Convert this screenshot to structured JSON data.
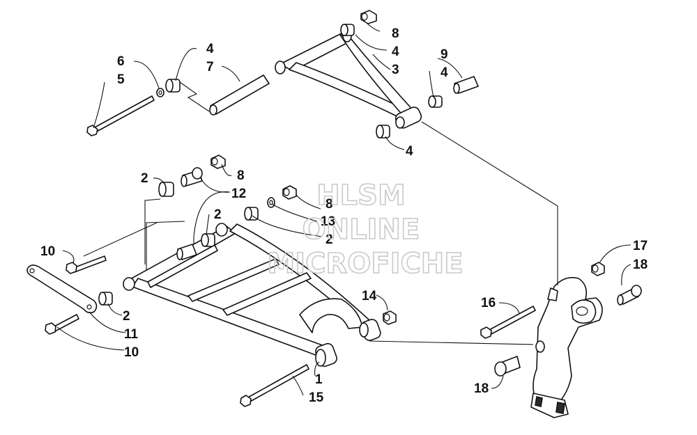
{
  "watermark": {
    "line1": "HLSM",
    "line2": "ONLINE",
    "line3": "MICROFICHE"
  },
  "callouts": {
    "c1": "1",
    "c2a": "2",
    "c2b": "2",
    "c2c": "2",
    "c2d": "2",
    "c3": "3",
    "c4a": "4",
    "c4b": "4",
    "c4c": "4",
    "c4d": "4",
    "c5": "5",
    "c6": "6",
    "c7": "7",
    "c8a": "8",
    "c8b": "8",
    "c8c": "8",
    "c9": "9",
    "c10a": "10",
    "c10b": "10",
    "c11": "11",
    "c12": "12",
    "c13": "13",
    "c14": "14",
    "c15": "15",
    "c16": "16",
    "c17": "17",
    "c18a": "18",
    "c18b": "18"
  }
}
